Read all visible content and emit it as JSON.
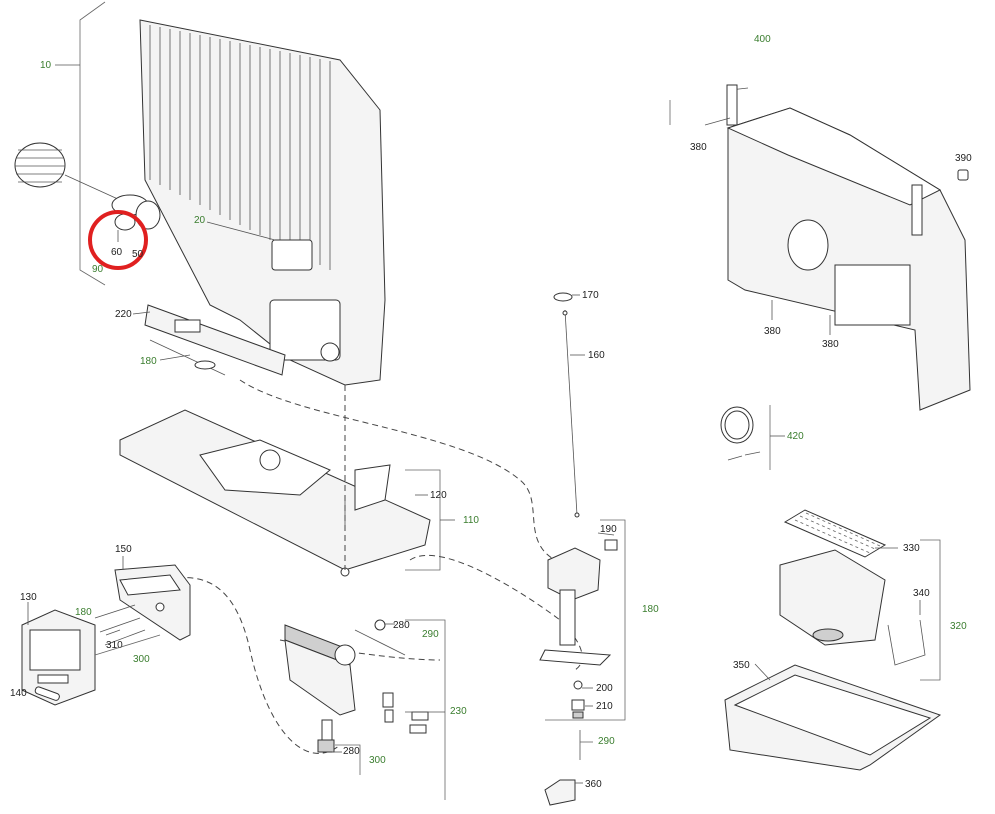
{
  "highlight_color": "#e02020",
  "group_label_color": "#3a7d2e",
  "labels": {
    "p10": "10",
    "p20": "20",
    "p50": "50",
    "p60": "60",
    "p90": "90",
    "p110": "110",
    "p120": "120",
    "p130": "130",
    "p140": "140",
    "p150": "150",
    "p160": "160",
    "p170": "170",
    "p180a": "180",
    "p180b": "180",
    "p180c": "180",
    "p190": "190",
    "p200": "200",
    "p210": "210",
    "p220": "220",
    "p230": "230",
    "p280a": "280",
    "p280b": "280",
    "p290a": "290",
    "p290b": "290",
    "p300a": "300",
    "p300b": "300",
    "p310": "310",
    "p320": "320",
    "p330": "330",
    "p340": "340",
    "p350": "350",
    "p360": "360",
    "p380a": "380",
    "p380b": "380",
    "p380c": "380",
    "p390": "390",
    "p400": "400",
    "p420": "420"
  }
}
